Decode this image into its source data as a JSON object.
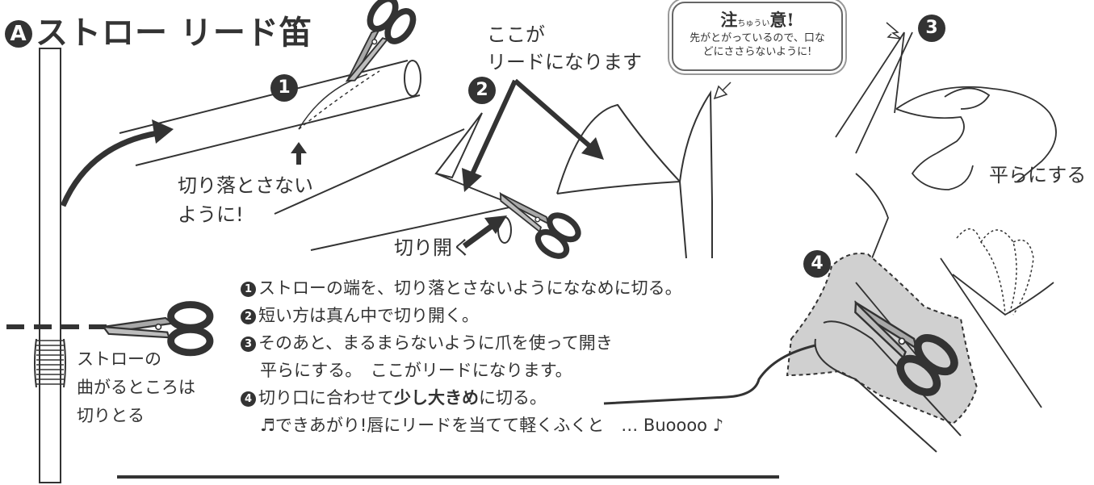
{
  "title": {
    "marker": "A",
    "text": "ストロー リード笛"
  },
  "badges": {
    "one": "1",
    "two": "2",
    "three": "3",
    "four": "4"
  },
  "labels": {
    "here_reed_1": "ここが",
    "here_reed_2": "リードになります",
    "dont_cut_1": "切り落とさない",
    "dont_cut_2": "ように!",
    "cut_open": "切り開く",
    "flatten": "平らにする",
    "straw_1": "ストローの",
    "straw_2": "曲がるところは",
    "straw_3": "切りとる"
  },
  "caution": {
    "head_a": "注",
    "head_ruby": "ちゅうい",
    "head_b": "意!",
    "line1": "先がとがっているので、口な",
    "line2": "どにささらないように!"
  },
  "steps": [
    {
      "num": "1",
      "text": "ストローの端を、切り落とさないようにななめに切る。"
    },
    {
      "num": "2",
      "text": "短い方は真ん中で切り開く。"
    },
    {
      "num": "3",
      "text": "そのあと、まるまらないように爪を使って開き"
    },
    {
      "num": "",
      "text": "平らにする。　ここがリードになります。"
    },
    {
      "num": "4",
      "text_a": "切り口に合わせて",
      "text_bold": "少し大きめ",
      "text_b": "に切る。"
    },
    {
      "num": "",
      "text": "♬できあがり!唇にリードを当てて軽くふくと　… Buoooo ♪"
    }
  ],
  "colors": {
    "ink": "#333333",
    "gray_fill": "#d0d0d0",
    "blade": "#a8a8a8"
  }
}
